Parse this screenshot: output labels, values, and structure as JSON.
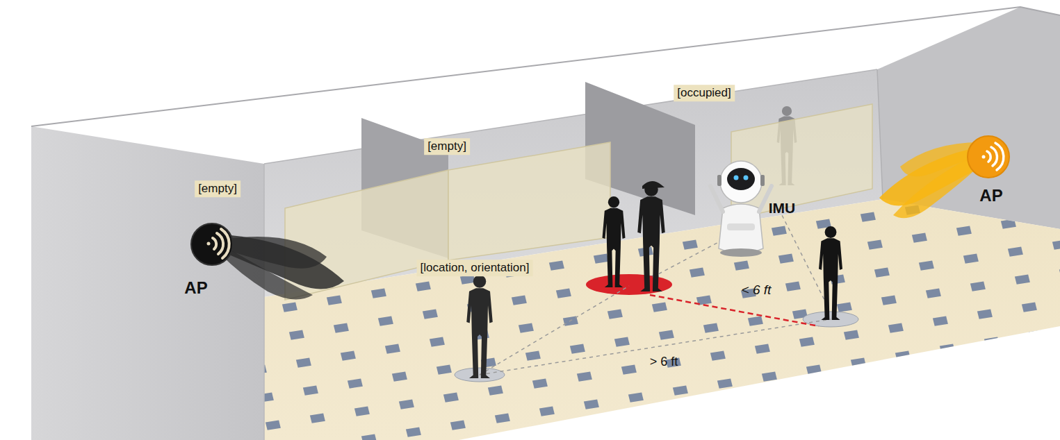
{
  "diagram": {
    "labels": [
      "[empty]",
      "[empty]",
      "[occupied]",
      "AP",
      "[location, orientation]",
      "IMU",
      "AP",
      "< 6 ft",
      "> 6 ft"
    ]
  }
}
